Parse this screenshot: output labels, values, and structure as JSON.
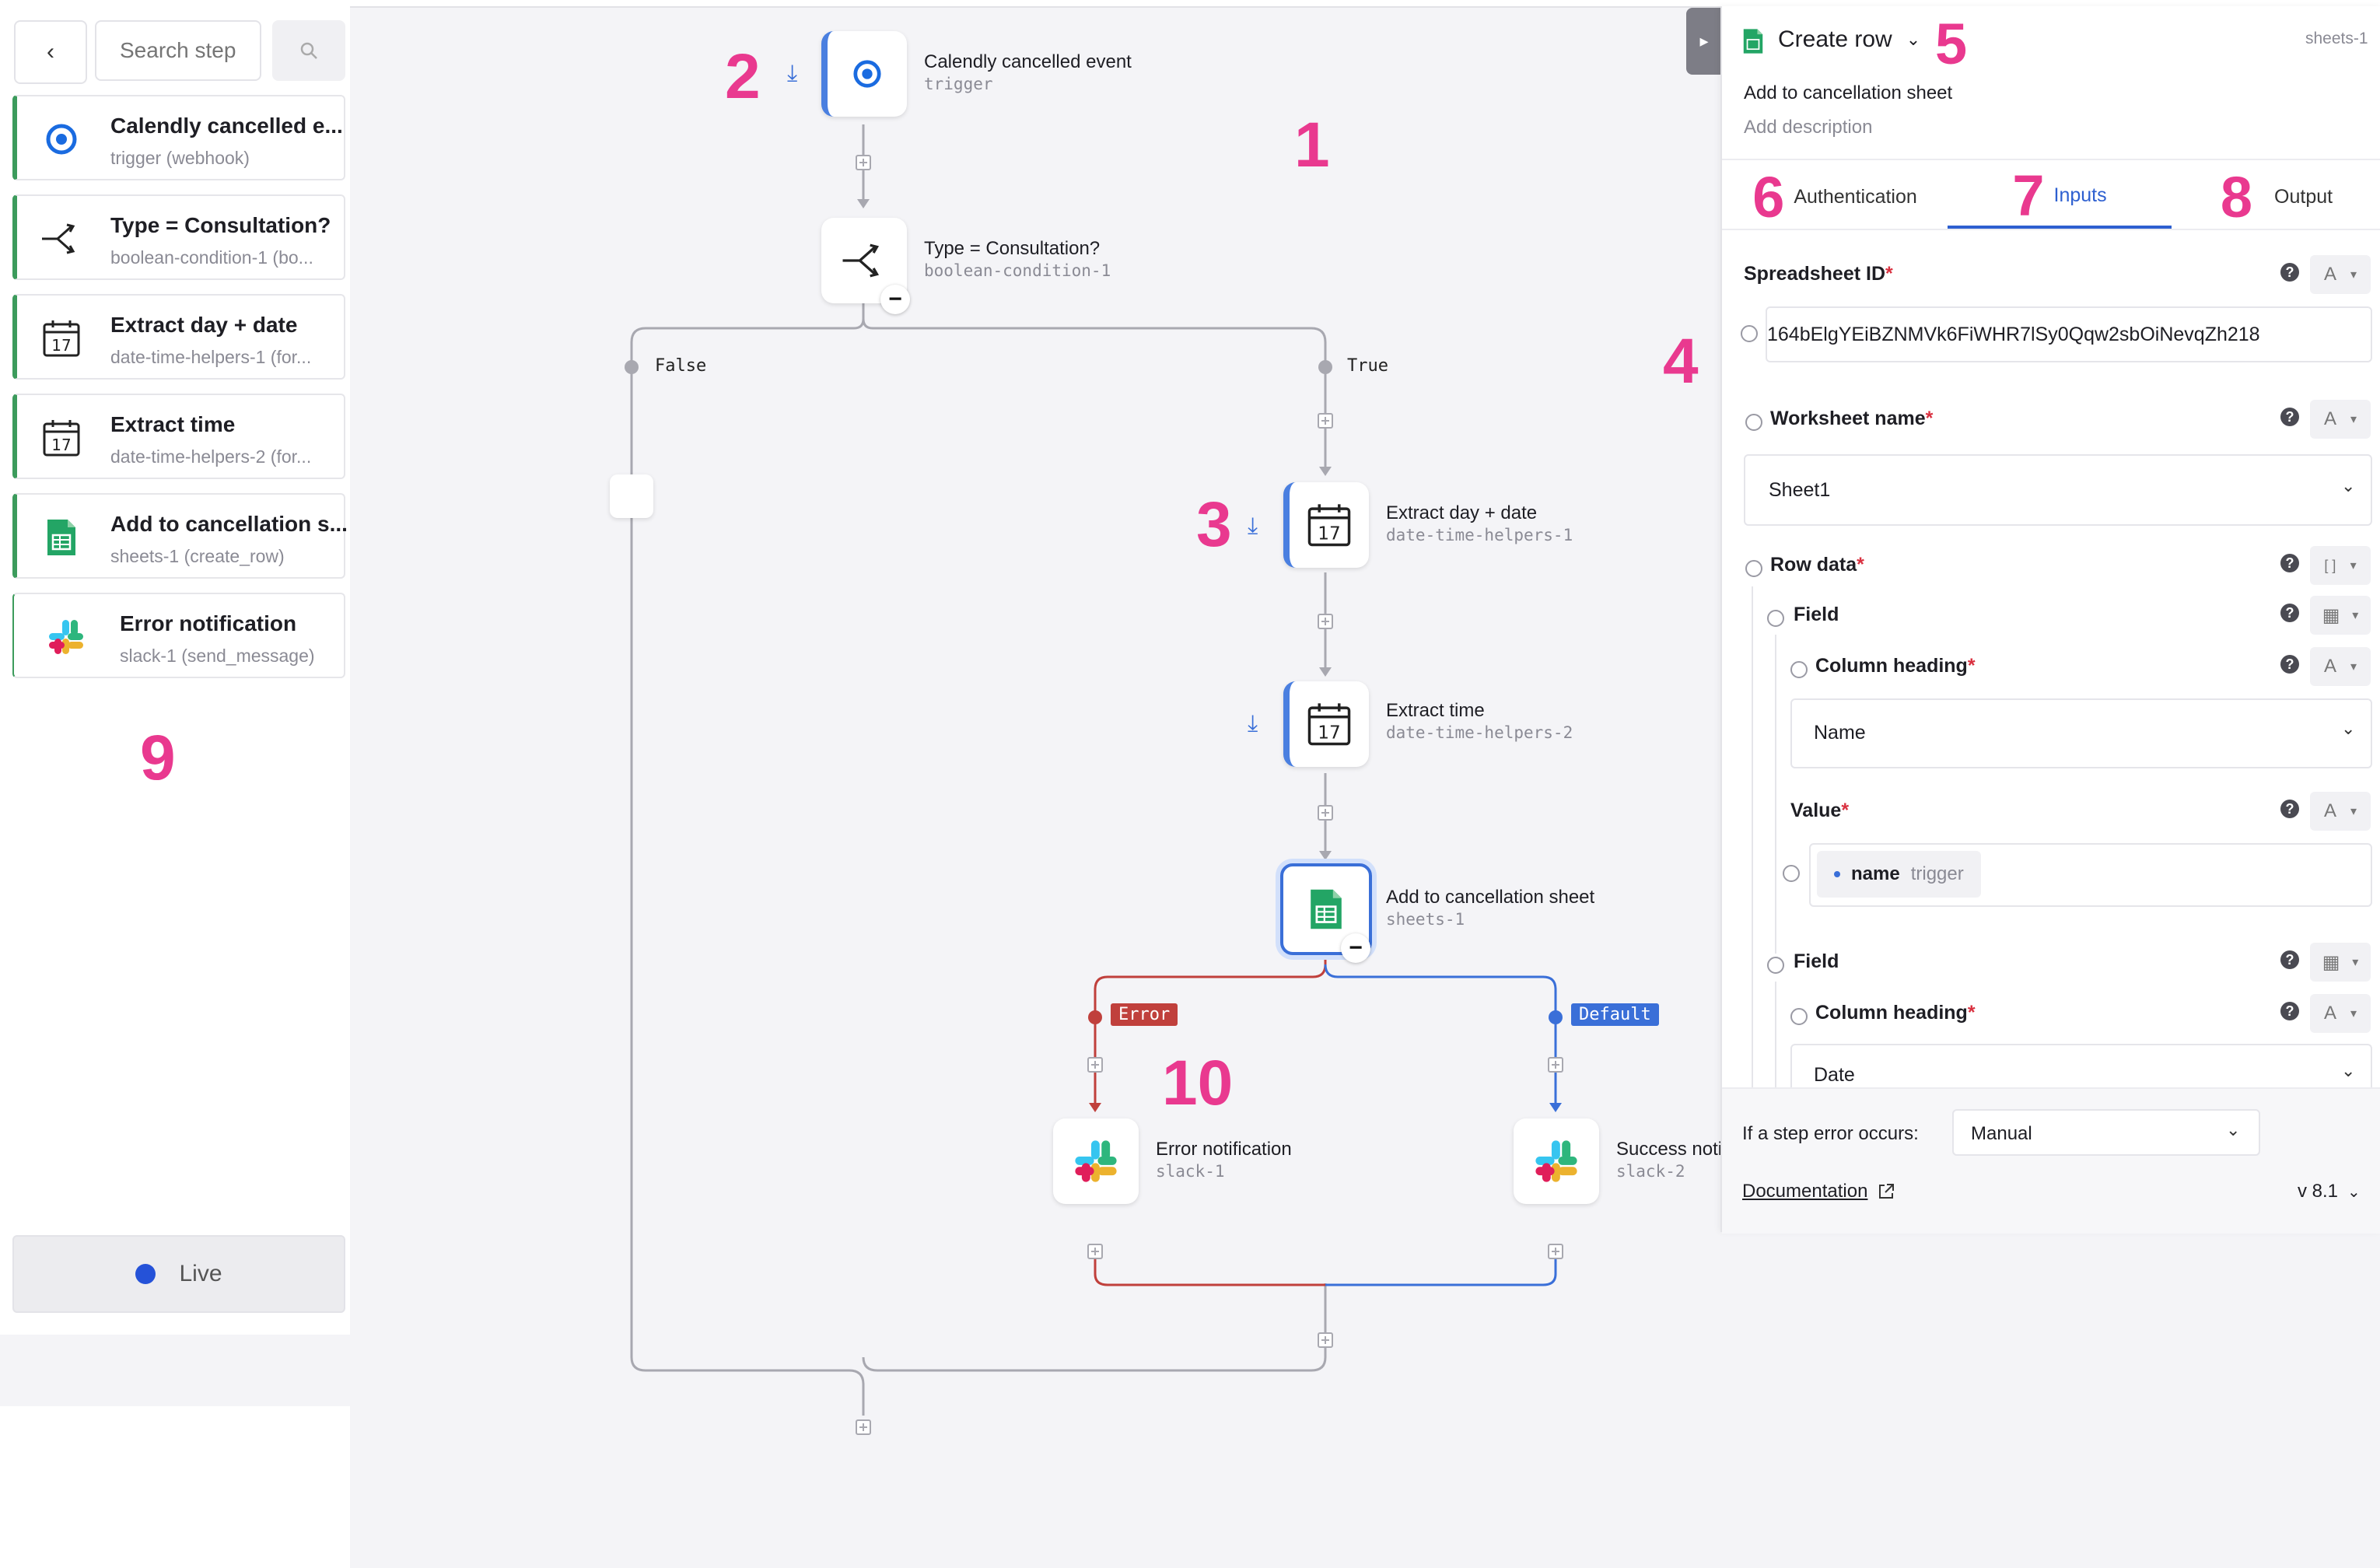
{
  "sidebar": {
    "search_placeholder": "Search steps",
    "steps": [
      {
        "title": "Calendly cancelled e...",
        "subtitle": "trigger (webhook)",
        "icon": "calendly-icon"
      },
      {
        "title": "Type = Consultation?",
        "subtitle": "boolean-condition-1 (bo...",
        "icon": "branch-icon"
      },
      {
        "title": "Extract day + date",
        "subtitle": "date-time-helpers-1 (for...",
        "icon": "calendar-icon"
      },
      {
        "title": "Extract time",
        "subtitle": "date-time-helpers-2 (for...",
        "icon": "calendar-icon"
      },
      {
        "title": "Add to cancellation s...",
        "subtitle": "sheets-1 (create_row)",
        "icon": "google-sheets-icon"
      },
      {
        "title": "Error notification",
        "subtitle": "slack-1 (send_message)",
        "icon": "slack-icon"
      }
    ],
    "live_label": "Live"
  },
  "canvas": {
    "nodes": {
      "trigger": {
        "title": "Calendly cancelled event",
        "subtitle": "trigger"
      },
      "condition": {
        "title": "Type = Consultation?",
        "subtitle": "boolean-condition-1"
      },
      "extract_day": {
        "title": "Extract day + date",
        "subtitle": "date-time-helpers-1"
      },
      "extract_time": {
        "title": "Extract time",
        "subtitle": "date-time-helpers-2"
      },
      "sheet": {
        "title": "Add to cancellation sheet",
        "subtitle": "sheets-1"
      },
      "error_notif": {
        "title": "Error notification",
        "subtitle": "slack-1"
      },
      "success_notif": {
        "title": "Success noti",
        "subtitle": "slack-2"
      }
    },
    "edges": {
      "false_label": "False",
      "true_label": "True",
      "error_label": "Error",
      "default_label": "Default"
    },
    "calendar_day": "17",
    "annotations": [
      "1",
      "2",
      "3",
      "4",
      "5",
      "6",
      "7",
      "8",
      "9",
      "10"
    ],
    "colors": {
      "accent": "#4a7fe0",
      "error": "#c0403c",
      "default": "#3a6fd8",
      "annotation": "#e9398f",
      "sheets_green": "#3c9b5c"
    }
  },
  "panel": {
    "action": "Create row",
    "step_id": "sheets-1",
    "step_title": "Add to cancellation sheet",
    "description_placeholder": "Add description",
    "tabs": [
      "Authentication",
      "Inputs",
      "Output"
    ],
    "active_tab": "Inputs",
    "fields": {
      "spreadsheet_id_label": "Spreadsheet ID",
      "spreadsheet_id_value": "164bElgYEiBZNMVk6FiWHR7lSy0Qqw2sbOiNevqZh218",
      "worksheet_label": "Worksheet name",
      "worksheet_value": "Sheet1",
      "row_data_label": "Row data",
      "field_label": "Field",
      "column_heading_label": "Column heading",
      "column_heading_1": "Name",
      "value_label": "Value",
      "value_token_name": "name",
      "value_token_source": "trigger",
      "column_heading_2": "Date",
      "type_text": "A",
      "type_list": "[ ]",
      "type_table": "▦"
    },
    "footer": {
      "error_label": "If a step error occurs:",
      "error_value": "Manual",
      "documentation": "Documentation",
      "version": "v 8.1"
    }
  }
}
